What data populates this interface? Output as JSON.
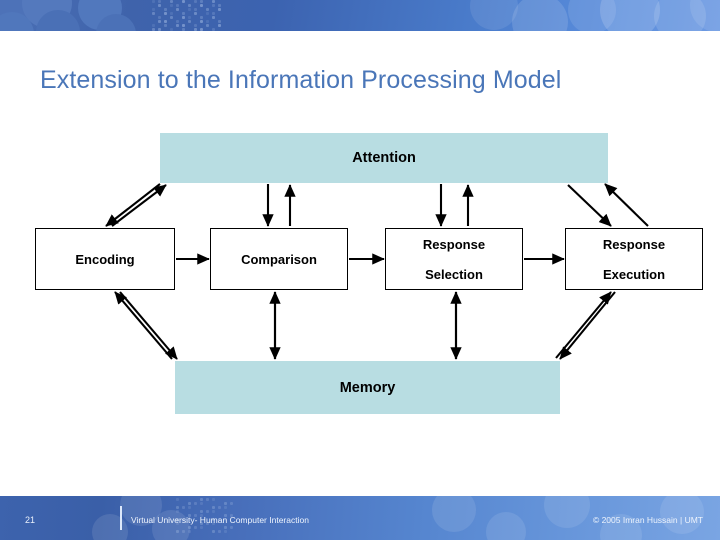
{
  "slide": {
    "title": "Extension to the Information Processing Model",
    "title_color": "#4a76b8",
    "band_color": "#b8dde2",
    "header_color": "#3f63ab",
    "footer_color": "#3d63ad"
  },
  "diagram": {
    "attention": {
      "label": "Attention"
    },
    "memory": {
      "label": "Memory"
    },
    "nodes": [
      {
        "name": "encoding",
        "line1": "Encoding",
        "line2": ""
      },
      {
        "name": "comparison",
        "line1": "Comparison",
        "line2": ""
      },
      {
        "name": "response-selection",
        "line1": "Response",
        "line2": "Selection"
      },
      {
        "name": "response-execution",
        "line1": "Response",
        "line2": "Execution"
      }
    ]
  },
  "footer": {
    "page_number": "21",
    "center_text": "Virtual University- Human Computer Interaction",
    "copyright": "© 2005 Imran Hussain | UMT"
  }
}
